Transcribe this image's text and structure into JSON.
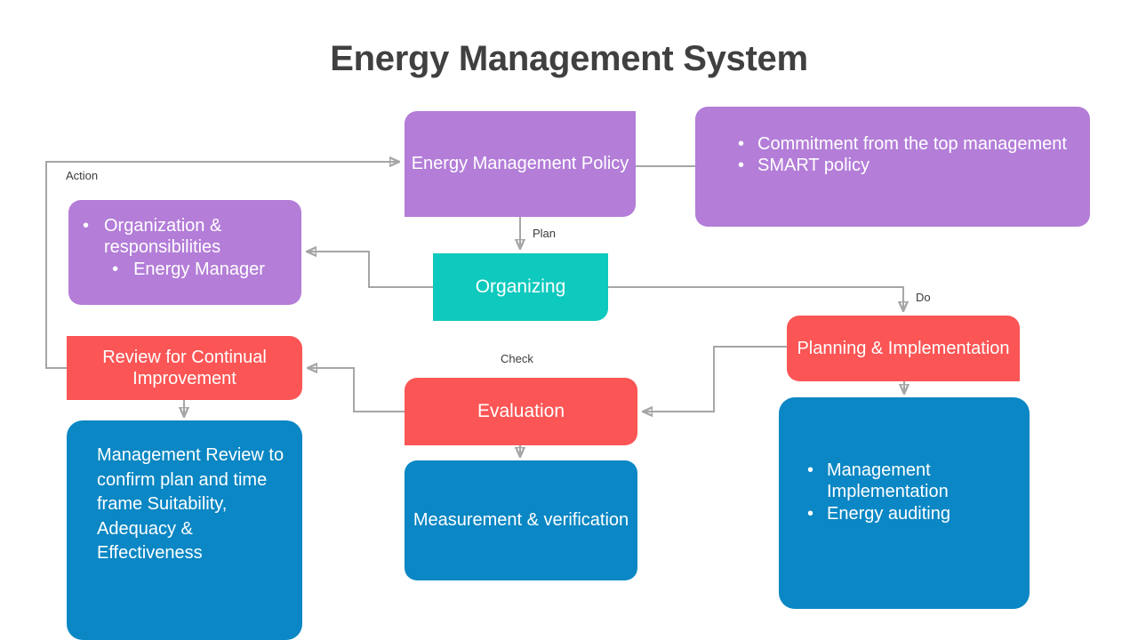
{
  "title": "Energy Management System",
  "colors": {
    "purple": "#b37dd8",
    "teal": "#0ec9bd",
    "red": "#fb5555",
    "blue": "#0a87c4",
    "title_text": "#404040",
    "connector": "#a6a6a6",
    "node_text": "#ffffff"
  },
  "nodes": {
    "policy": {
      "text": "Energy Management Policy",
      "color": "purple"
    },
    "policy_details": {
      "bullets": [
        "Commitment from the top management",
        "SMART policy"
      ],
      "color": "purple"
    },
    "organizing": {
      "text": "Organizing",
      "color": "teal"
    },
    "organization": {
      "bullets": [
        "Organization & responsibilities",
        "Energy Manager"
      ],
      "color": "purple"
    },
    "planning": {
      "text": "Planning & Implementation",
      "color": "red"
    },
    "mgmt_implementation": {
      "bullets": [
        "Management Implementation",
        "Energy auditing"
      ],
      "color": "blue"
    },
    "review": {
      "text": "Review for Continual Improvement",
      "color": "red"
    },
    "mgmt_review": {
      "text": "Management Review to confirm plan and time frame Suitability, Adequacy & Effectiveness",
      "color": "blue"
    },
    "evaluation": {
      "text": "Evaluation",
      "color": "red"
    },
    "measurement": {
      "text": "Measurement & verification",
      "color": "blue"
    }
  },
  "edge_labels": {
    "action": "Action",
    "plan": "Plan",
    "do": "Do",
    "check": "Check"
  }
}
